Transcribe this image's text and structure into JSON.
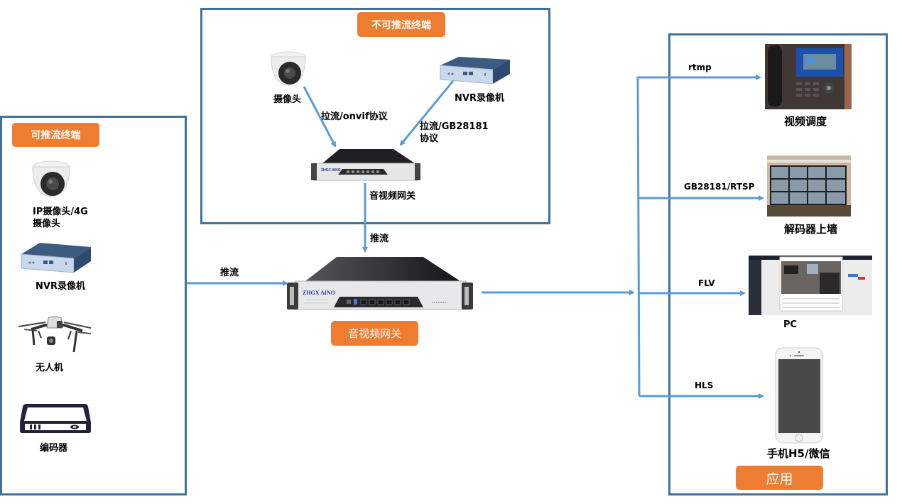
{
  "colors": {
    "box_border": "#41719c",
    "tag_fill": "#ed7d31",
    "arrow": "#5b9bd5"
  },
  "left_panel": {
    "title": "可推流终端",
    "devices": [
      {
        "label": "IP摄像头/4G\n摄像头",
        "label_line1": "IP摄像头/4G",
        "label_line2": "摄像头",
        "icon": "dome-camera-icon"
      },
      {
        "label": "NVR录像机",
        "icon": "nvr-recorder-icon"
      },
      {
        "label": "无人机",
        "icon": "drone-icon"
      },
      {
        "label": "编码器",
        "icon": "encoder-icon"
      }
    ]
  },
  "top_panel": {
    "title": "不可推流终端",
    "camera_label": "摄像头",
    "nvr_label": "NVR录像机",
    "camera_link_label": "拉流/onvif协议",
    "nvr_link_label_line1": "拉流/GB28181",
    "nvr_link_label_line2": "协议",
    "gateway_label": "音视频网关"
  },
  "center": {
    "push_label_top": "推流",
    "push_label_left": "推流",
    "gateway_tag": "音视频网关",
    "gateway_brand": "ZHGX AINO"
  },
  "right_panel": {
    "title": "应用",
    "apps": [
      {
        "protocol": "rtmp",
        "label": "视频调度",
        "icon": "video-phone-icon"
      },
      {
        "protocol": "GB28181/RTSP",
        "label": "解码器上墙",
        "icon": "video-wall-icon"
      },
      {
        "protocol": "FLV",
        "label": "PC",
        "icon": "pc-screen-icon"
      },
      {
        "protocol": "HLS",
        "label": "手机H5/微信",
        "icon": "smartphone-icon"
      }
    ]
  }
}
